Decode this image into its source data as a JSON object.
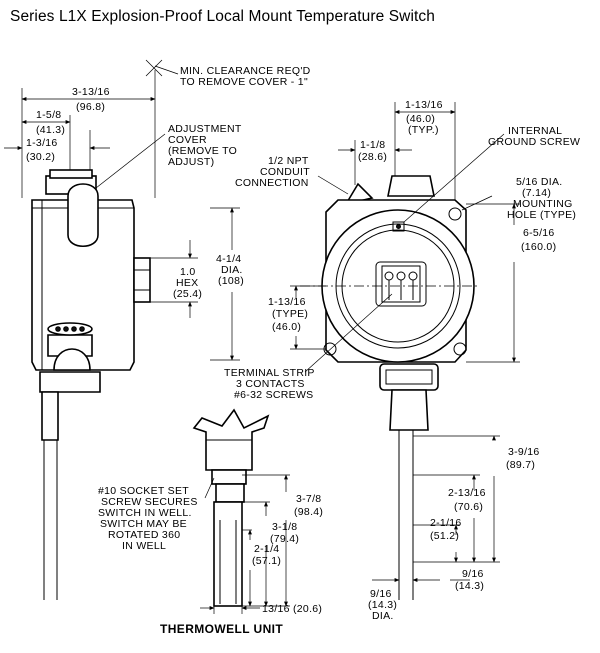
{
  "title": "Series L1X Explosion-Proof Local Mount Temperature Switch",
  "side_view": {
    "min_clearance": [
      "MIN. CLEARANCE REQ'D",
      "TO REMOVE COVER - 1\""
    ],
    "overall_width": [
      "3-13/16",
      "(96.8)"
    ],
    "width_a": [
      "1-5/8",
      "(41.3)"
    ],
    "width_b": [
      "1-3/16",
      "(30.2)"
    ],
    "adjustment_cover": [
      "ADJUSTMENT",
      "COVER",
      "(REMOVE TO",
      "ADJUST)"
    ],
    "diameter": [
      "4-1/4",
      "DIA.",
      "(108)"
    ],
    "hex": [
      "1.0",
      "HEX",
      "(25.4)"
    ]
  },
  "front_view": {
    "width_typ": [
      "1-13/16",
      "(46.0)",
      "(TYP.)"
    ],
    "internal_ground": [
      "INTERNAL",
      "GROUND SCREW"
    ],
    "offset": [
      "1-1/8",
      "(28.6)"
    ],
    "conduit": [
      "1/2 NPT",
      "CONDUIT",
      "CONNECTION"
    ],
    "mounting_hole": [
      "5/16 DIA.",
      "(7.14)",
      "MOUNTING",
      "HOLE (TYPE)"
    ],
    "hole_spacing": [
      "6-5/16",
      "(160.0)"
    ],
    "height_type": [
      "1-13/16",
      "(TYPE)",
      "(46.0)"
    ],
    "terminal_strip": [
      "TERMINAL STRIP",
      "3 CONTACTS",
      "#6-32 SCREWS"
    ],
    "stem_a": [
      "3-9/16",
      "(89.7)"
    ],
    "stem_b": [
      "2-13/16",
      "(70.6)"
    ],
    "stem_c": [
      "2-1/16",
      "(51.2)"
    ],
    "stem_dia_a": [
      "9/16",
      "(14.3)"
    ],
    "stem_dia_b": [
      "9/16",
      "(14.3)",
      "DIA."
    ]
  },
  "thermowell": {
    "note": [
      "#10 SOCKET SET",
      "SCREW SECURES",
      "SWITCH IN WELL.",
      "SWITCH MAY BE",
      "ROTATED 360",
      "IN WELL"
    ],
    "len_a": [
      "3-7/8",
      "(98.4)"
    ],
    "len_b": [
      "3-1/8",
      "(79.4)"
    ],
    "len_c": [
      "2-1/4",
      "(57.1)"
    ],
    "dia": "13/16 (20.6)",
    "caption": "THERMOWELL UNIT"
  }
}
